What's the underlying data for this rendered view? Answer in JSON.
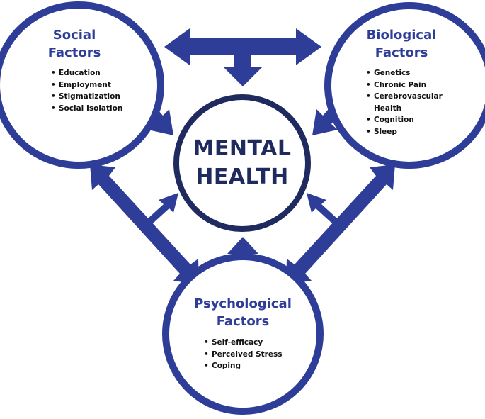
{
  "colors": {
    "primary": "#2e3d98",
    "center_ring": "#1f2a5e",
    "bullet_text": "#111111"
  },
  "center": {
    "line1": "MENTAL",
    "line2": "HEALTH"
  },
  "social": {
    "title_line1": "Social",
    "title_line2": "Factors",
    "items": [
      "Education",
      "Employment",
      "Stigmatization",
      "Social Isolation"
    ]
  },
  "biological": {
    "title_line1": "Biological",
    "title_line2": "Factors",
    "items": [
      "Genetics",
      "Chronic Pain",
      "Cerebrovascular",
      "Health",
      "Cognition",
      "Sleep"
    ]
  },
  "psychological": {
    "title_line1": "Psychological",
    "title_line2": "Factors",
    "items": [
      "Self-efficacy",
      "Perceived Stress",
      "Coping"
    ]
  }
}
